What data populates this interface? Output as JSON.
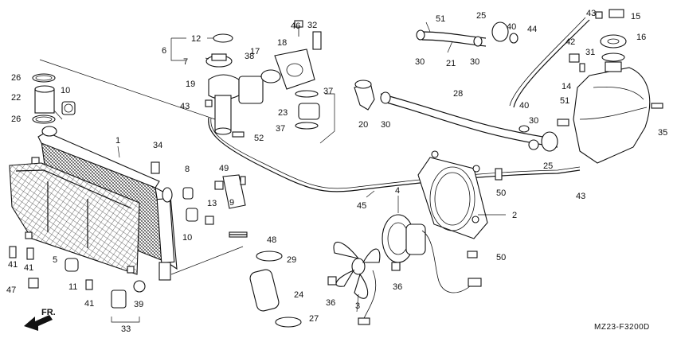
{
  "diagram_code": "MZ23-F3200",
  "diagram_code_suffix": "D",
  "direction_label": "FR.",
  "part_numbers": [
    "1",
    "2",
    "3",
    "4",
    "5",
    "6",
    "7",
    "8",
    "9",
    "10",
    "10",
    "11",
    "12",
    "13",
    "14",
    "15",
    "16",
    "17",
    "18",
    "19",
    "20",
    "21",
    "22",
    "23",
    "24",
    "25",
    "25",
    "26",
    "26",
    "27",
    "28",
    "29",
    "30",
    "30",
    "30",
    "30",
    "31",
    "32",
    "33",
    "34",
    "35",
    "36",
    "36",
    "37",
    "37",
    "38",
    "39",
    "40",
    "40",
    "41",
    "41",
    "41",
    "42",
    "43",
    "43",
    "43",
    "44",
    "45",
    "46",
    "47",
    "48",
    "49",
    "50",
    "50",
    "51",
    "51",
    "52"
  ]
}
